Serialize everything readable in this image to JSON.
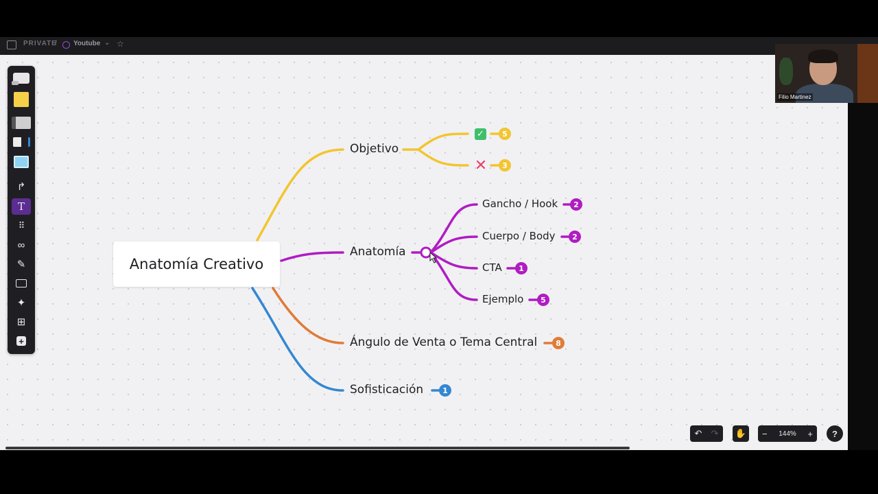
{
  "breadcrumb": {
    "section": "PRIVATE",
    "separator": "/",
    "board": "Youtube"
  },
  "webcam": {
    "participant_name": "Filio Martinez"
  },
  "mindmap": {
    "root": "Anatomía Creativo",
    "branches": [
      {
        "label": "Objetivo",
        "color": "#f2c531",
        "children": [
          {
            "icon": "check-icon",
            "count": "5"
          },
          {
            "icon": "cross-icon",
            "count": "3"
          }
        ]
      },
      {
        "label": "Anatomía",
        "color": "#b01cc2",
        "children": [
          {
            "label": "Gancho / Hook",
            "count": "2"
          },
          {
            "label": "Cuerpo / Body",
            "count": "2"
          },
          {
            "label": "CTA",
            "count": "1"
          },
          {
            "label": "Ejemplo",
            "count": "5"
          }
        ]
      },
      {
        "label": "Ángulo de Venta o Tema Central",
        "color": "#e07b39",
        "count": "8"
      },
      {
        "label": "Sofisticación",
        "color": "#3487d1",
        "count": "1"
      }
    ]
  },
  "controls": {
    "zoom": "144%",
    "zoom_out": "−",
    "zoom_in": "+",
    "help": "?"
  },
  "colors": {
    "canvas": "#f1f1f3",
    "toolbar": "#1f1f23",
    "active_tool": "#5b2d91",
    "check": "#3fbf6a",
    "cross": "#e8416b"
  }
}
